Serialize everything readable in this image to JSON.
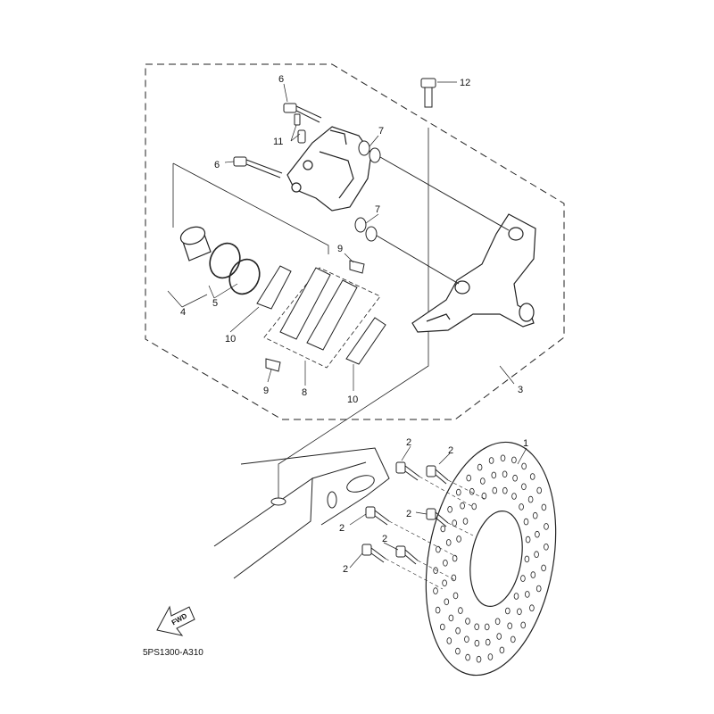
{
  "diagram_code": "5PS1300-A310",
  "fwd_label": "FWD",
  "callouts": {
    "disc": "1",
    "bolt_a": "2",
    "bolt_b": "2",
    "bolt_c": "2",
    "bolt_d": "2",
    "bolt_e": "2",
    "bolt_f": "2",
    "caliper_assembly": "3",
    "piston_seal_kit": "4",
    "piston_seals": "5",
    "pin_upper": "6",
    "pin_lower": "6",
    "boot_upper": "7",
    "boot_lower": "7",
    "pad_kit": "8",
    "pad_spring_upper": "9",
    "pad_spring_lower": "9",
    "shim_left": "10",
    "shim_right": "10",
    "bleed_screw": "11",
    "bracket_bolt": "12"
  }
}
